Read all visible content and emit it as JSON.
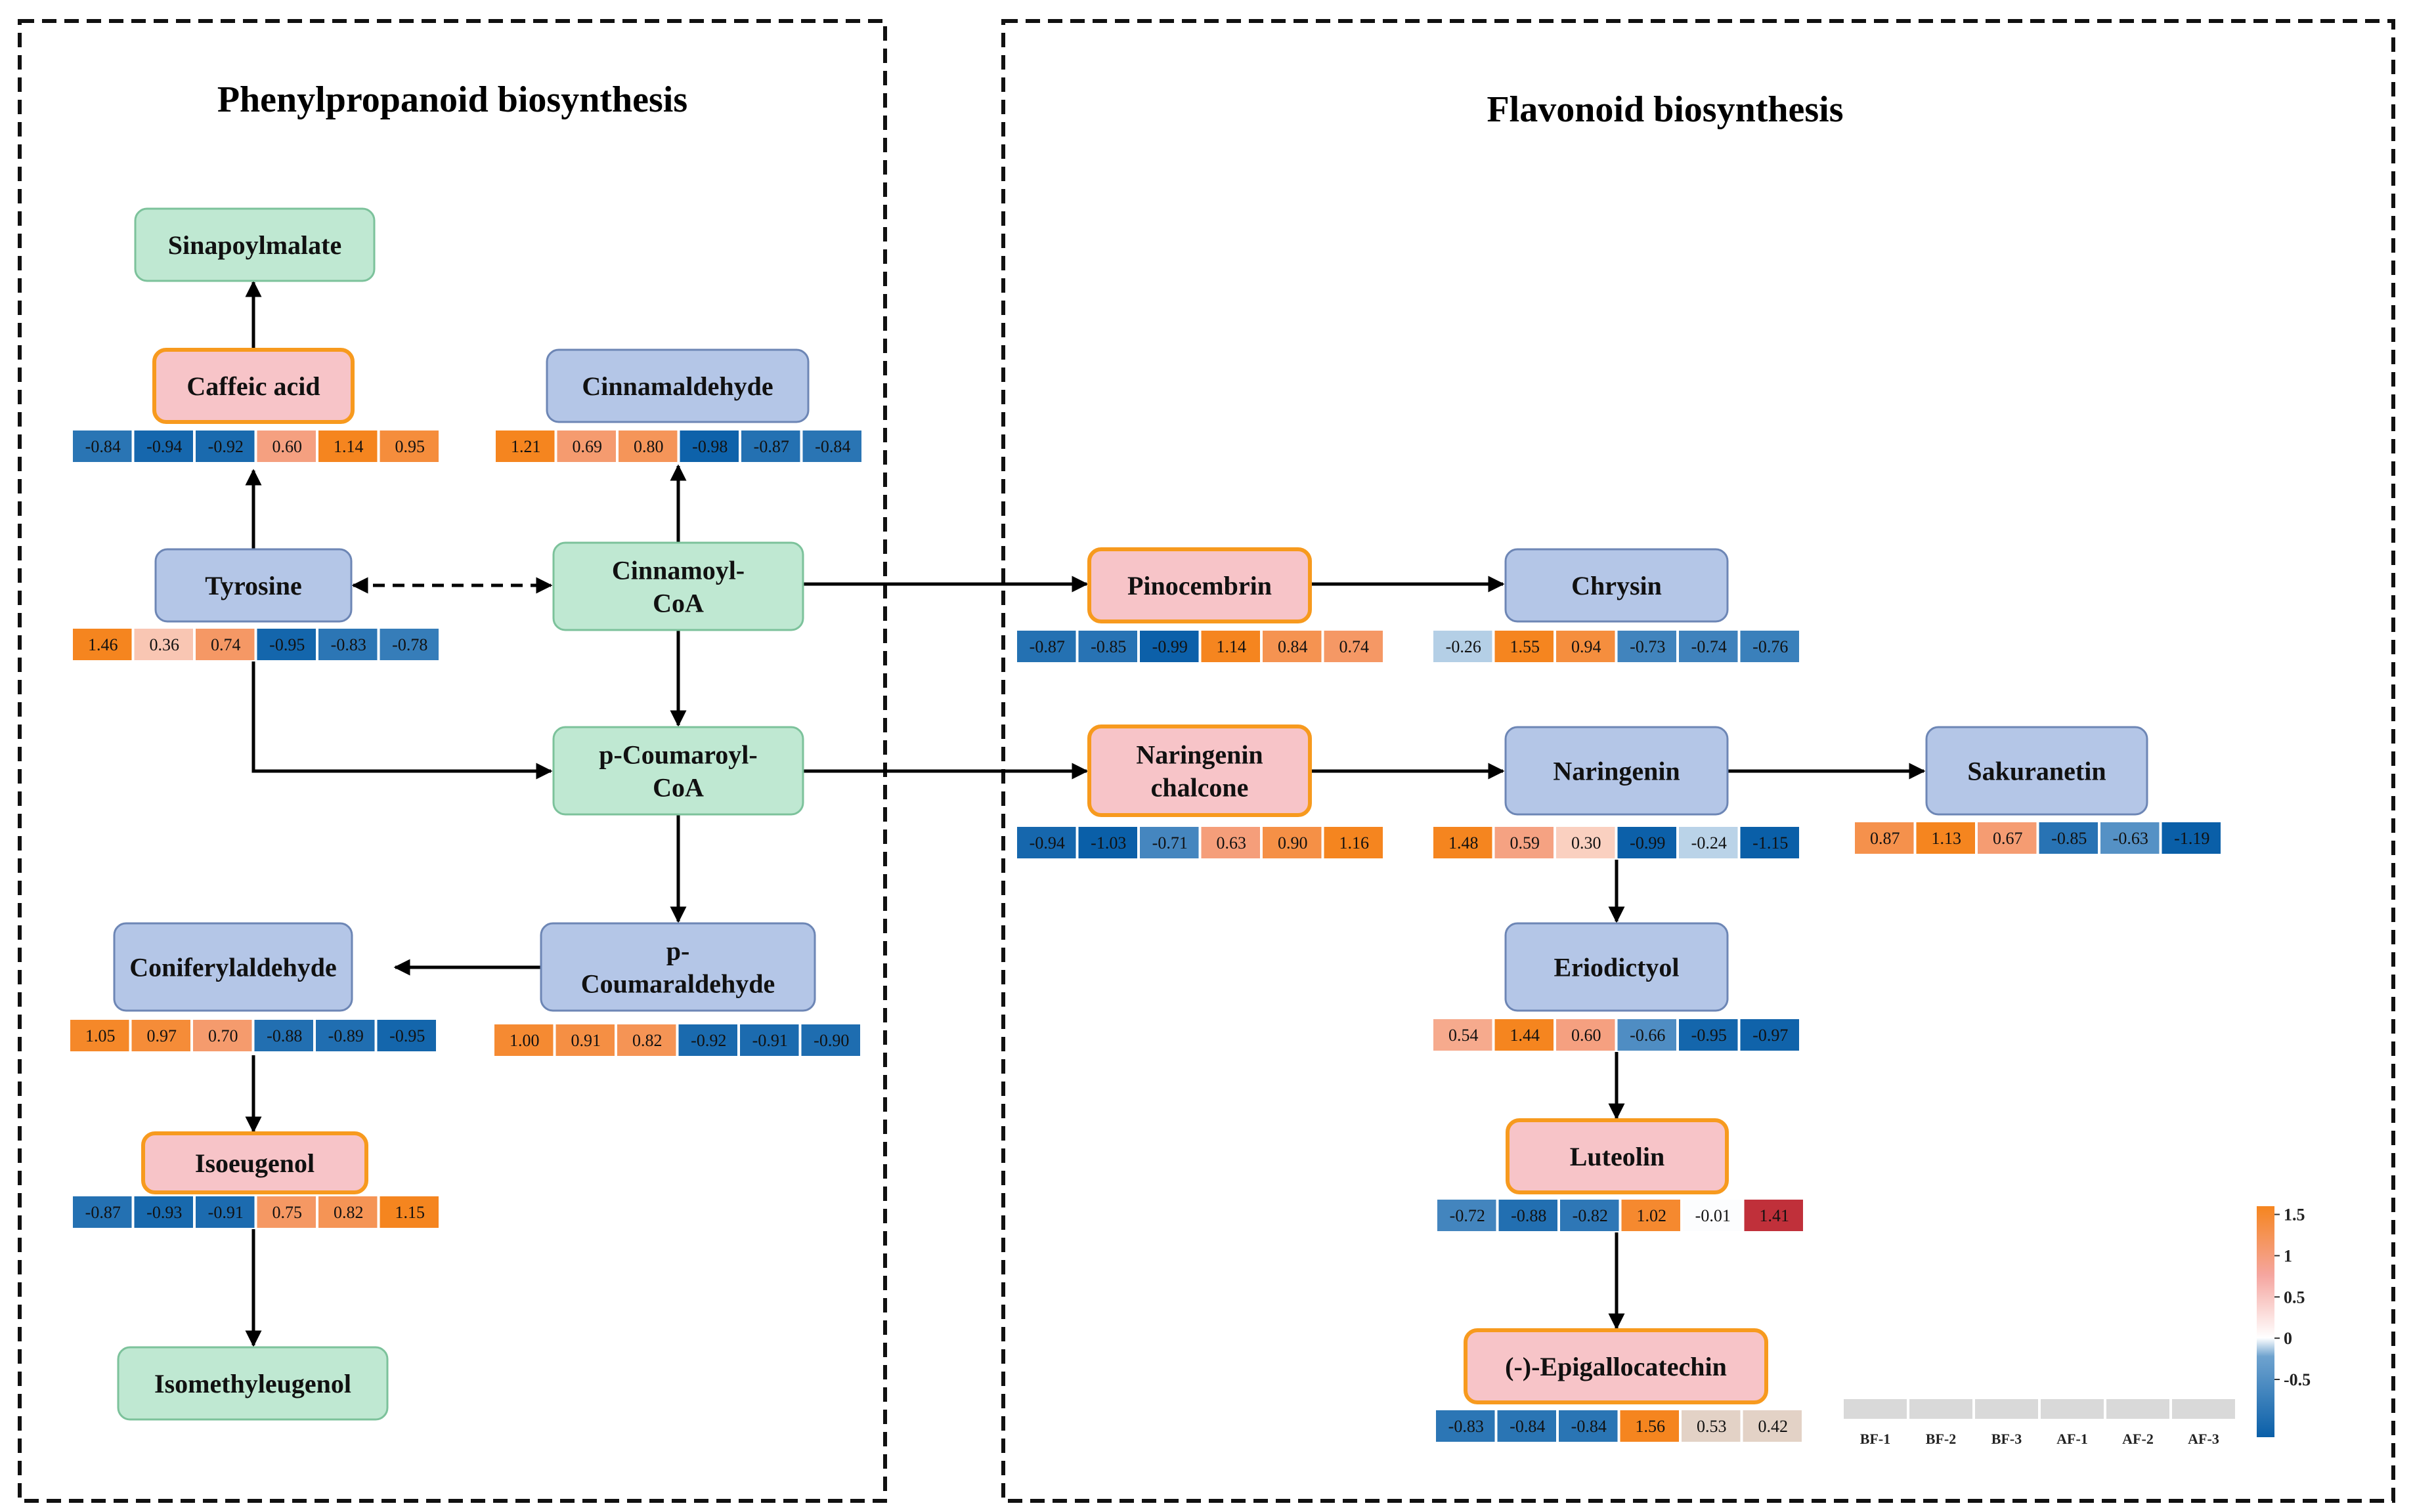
{
  "panels": {
    "left": {
      "title": "Phenylpropanoid biosynthesis"
    },
    "right": {
      "title": "Flavonoid biosynthesis"
    }
  },
  "colors": {
    "blue_node": "#b4c6e7",
    "green_node": "#bfe8d2",
    "pink_node": "#f7c4c8",
    "highlight_border": "#f79a1e",
    "scale_low": "#0a5fa8",
    "scale_mid": "#ffffff",
    "scale_high": "#f5851f",
    "scale_max": "#c0303a"
  },
  "nodes": [
    {
      "id": "sinapoylmalate",
      "lines": [
        "Sinapoylmalate"
      ],
      "type": "green",
      "highlight": false
    },
    {
      "id": "caffeic-acid",
      "lines": [
        "Caffeic acid"
      ],
      "type": "pink",
      "highlight": true
    },
    {
      "id": "cinnamaldehyde",
      "lines": [
        "Cinnamaldehyde"
      ],
      "type": "blue",
      "highlight": false
    },
    {
      "id": "tyrosine",
      "lines": [
        "Tyrosine"
      ],
      "type": "blue",
      "highlight": false
    },
    {
      "id": "cinnamoyl-coa",
      "lines": [
        "Cinnamoyl-",
        "CoA"
      ],
      "type": "green",
      "highlight": false
    },
    {
      "id": "p-coumaroyl-coa",
      "lines": [
        "p-Coumaroyl-",
        "CoA"
      ],
      "type": "green",
      "highlight": false
    },
    {
      "id": "coniferylaldehyde",
      "lines": [
        "Coniferylaldehyde"
      ],
      "type": "blue",
      "highlight": false
    },
    {
      "id": "p-coumaraldehyde",
      "lines": [
        "p-",
        "Coumaraldehyde"
      ],
      "type": "blue",
      "highlight": false
    },
    {
      "id": "isoeugenol",
      "lines": [
        "Isoeugenol"
      ],
      "type": "pink",
      "highlight": true
    },
    {
      "id": "isomethyleugenol",
      "lines": [
        "Isomethyleugenol"
      ],
      "type": "green",
      "highlight": false
    },
    {
      "id": "pinocembrin",
      "lines": [
        "Pinocembrin"
      ],
      "type": "pink",
      "highlight": true
    },
    {
      "id": "chrysin",
      "lines": [
        "Chrysin"
      ],
      "type": "blue",
      "highlight": false
    },
    {
      "id": "naringenin-chalcone",
      "lines": [
        "Naringenin",
        "chalcone"
      ],
      "type": "pink",
      "highlight": true
    },
    {
      "id": "naringenin",
      "lines": [
        "Naringenin"
      ],
      "type": "blue",
      "highlight": false
    },
    {
      "id": "sakuranetin",
      "lines": [
        "Sakuranetin"
      ],
      "type": "blue",
      "highlight": false
    },
    {
      "id": "eriodictyol",
      "lines": [
        "Eriodictyol"
      ],
      "type": "blue",
      "highlight": false
    },
    {
      "id": "luteolin",
      "lines": [
        "Luteolin"
      ],
      "type": "pink",
      "highlight": true
    },
    {
      "id": "epigallocatechin",
      "lines": [
        "(-)-Epigallocatechin"
      ],
      "type": "pink",
      "highlight": true
    }
  ],
  "heatmaps": [
    {
      "node": "caffeic-acid",
      "values": [
        -0.84,
        -0.94,
        -0.92,
        0.6,
        1.14,
        0.95
      ]
    },
    {
      "node": "cinnamaldehyde",
      "values": [
        1.21,
        0.69,
        0.8,
        -0.98,
        -0.87,
        -0.84
      ]
    },
    {
      "node": "tyrosine",
      "values": [
        1.46,
        0.36,
        0.74,
        -0.95,
        -0.83,
        -0.78
      ]
    },
    {
      "node": "coniferylaldehyde",
      "values": [
        1.05,
        0.97,
        0.7,
        -0.88,
        -0.89,
        -0.95
      ]
    },
    {
      "node": "p-coumaraldehyde",
      "values": [
        1.0,
        0.91,
        0.82,
        -0.92,
        -0.91,
        -0.9
      ]
    },
    {
      "node": "isoeugenol",
      "values": [
        -0.87,
        -0.93,
        -0.91,
        0.75,
        0.82,
        1.15
      ]
    },
    {
      "node": "pinocembrin",
      "values": [
        -0.87,
        -0.85,
        -0.99,
        1.14,
        0.84,
        0.74
      ]
    },
    {
      "node": "chrysin",
      "values": [
        -0.26,
        1.55,
        0.94,
        -0.73,
        -0.74,
        -0.76
      ]
    },
    {
      "node": "naringenin-chalcone",
      "values": [
        -0.94,
        -1.03,
        -0.71,
        0.63,
        0.9,
        1.16
      ]
    },
    {
      "node": "naringenin",
      "values": [
        1.48,
        0.59,
        0.3,
        -0.99,
        -0.24,
        -1.15
      ]
    },
    {
      "node": "sakuranetin",
      "values": [
        0.87,
        1.13,
        0.67,
        -0.85,
        -0.63,
        -1.19
      ]
    },
    {
      "node": "eriodictyol",
      "values": [
        0.54,
        1.44,
        0.6,
        -0.66,
        -0.95,
        -0.97
      ]
    },
    {
      "node": "luteolin",
      "values": [
        -0.72,
        -0.88,
        -0.82,
        1.02,
        -0.01,
        1.41
      ]
    },
    {
      "node": "epigallocatechin",
      "values": [
        -0.83,
        -0.84,
        -0.84,
        1.56,
        0.53,
        0.42
      ]
    }
  ],
  "edges": [
    {
      "from": "caffeic-acid",
      "to": "sinapoylmalate",
      "style": "solid"
    },
    {
      "from": "tyrosine",
      "to": "caffeic-acid",
      "style": "solid"
    },
    {
      "from": "tyrosine",
      "to": "cinnamoyl-coa",
      "style": "dashed"
    },
    {
      "from": "cinnamoyl-coa",
      "to": "cinnamaldehyde",
      "style": "solid"
    },
    {
      "from": "cinnamoyl-coa",
      "to": "p-coumaroyl-coa",
      "style": "solid"
    },
    {
      "from": "tyrosine",
      "to": "p-coumaroyl-coa",
      "style": "solid"
    },
    {
      "from": "p-coumaroyl-coa",
      "to": "p-coumaraldehyde",
      "style": "solid"
    },
    {
      "from": "p-coumaraldehyde",
      "to": "coniferylaldehyde",
      "style": "solid"
    },
    {
      "from": "coniferylaldehyde",
      "to": "isoeugenol",
      "style": "solid"
    },
    {
      "from": "isoeugenol",
      "to": "isomethyleugenol",
      "style": "solid"
    },
    {
      "from": "cinnamoyl-coa",
      "to": "pinocembrin",
      "style": "solid"
    },
    {
      "from": "pinocembrin",
      "to": "chrysin",
      "style": "solid"
    },
    {
      "from": "p-coumaroyl-coa",
      "to": "naringenin-chalcone",
      "style": "solid"
    },
    {
      "from": "naringenin-chalcone",
      "to": "naringenin",
      "style": "solid"
    },
    {
      "from": "naringenin",
      "to": "sakuranetin",
      "style": "solid"
    },
    {
      "from": "naringenin",
      "to": "eriodictyol",
      "style": "solid"
    },
    {
      "from": "eriodictyol",
      "to": "luteolin",
      "style": "solid"
    },
    {
      "from": "luteolin",
      "to": "epigallocatechin",
      "style": "solid"
    }
  ],
  "legend": {
    "samples": [
      "BF-1",
      "BF-2",
      "BF-3",
      "AF-1",
      "AF-2",
      "AF-3"
    ],
    "scale_ticks": [
      {
        "value": 1.5,
        "label": "1.5"
      },
      {
        "value": 1,
        "label": "1"
      },
      {
        "value": 0.5,
        "label": "0.5"
      },
      {
        "value": 0,
        "label": "0"
      },
      {
        "value": -0.5,
        "label": "-0.5"
      }
    ],
    "scale_min": -1.2,
    "scale_max": 1.6
  }
}
